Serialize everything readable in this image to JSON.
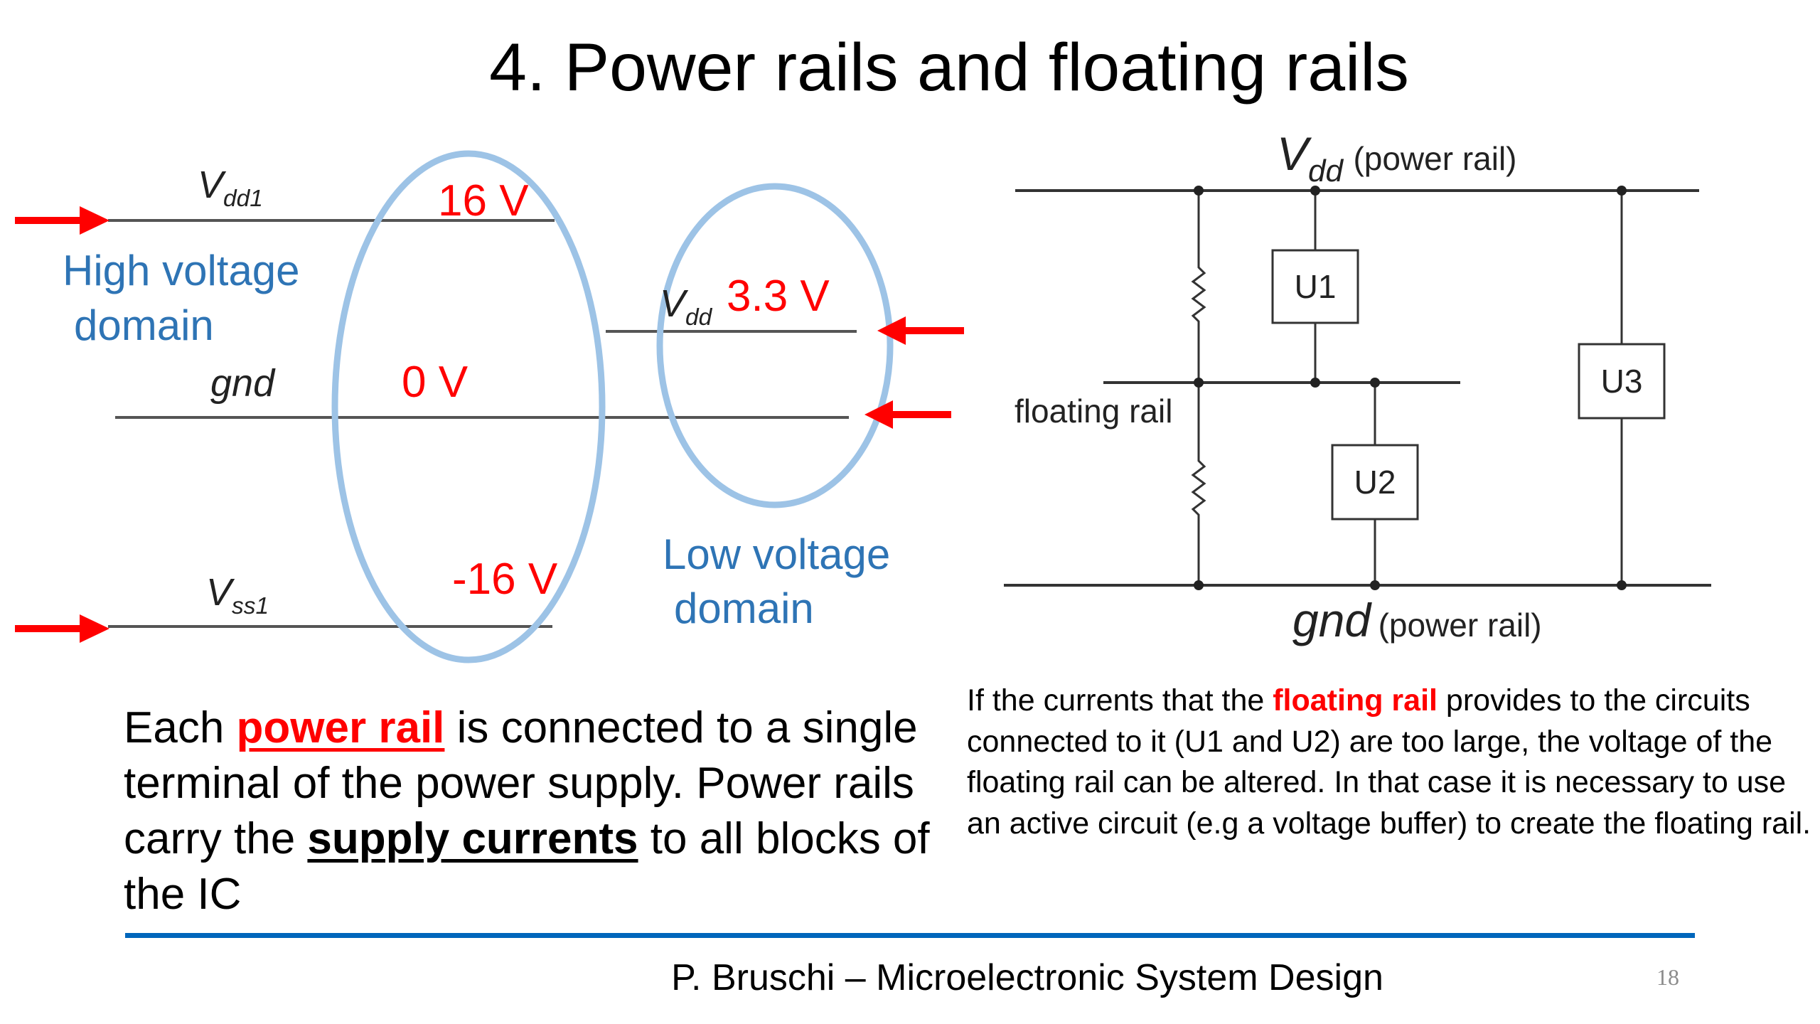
{
  "slide": {
    "title": "4. Power rails and floating rails",
    "footer": "P. Bruschi – Microelectronic System Design",
    "page_number": "18"
  },
  "left_diagram": {
    "high_domain": {
      "line1": "High voltage",
      "line2": "domain"
    },
    "low_domain": {
      "line1": "Low voltage",
      "line2": "domain"
    },
    "rails": {
      "vdd1": {
        "main": "V",
        "sub": "dd1",
        "voltage": "16 V"
      },
      "gnd": {
        "main": "gnd",
        "voltage": "0 V"
      },
      "vss1": {
        "main": "V",
        "sub": "ss1",
        "voltage": "-16 V"
      },
      "vdd": {
        "main": "V",
        "sub": "dd",
        "voltage": "3.3 V"
      }
    },
    "colors": {
      "arrow": "#ff0000",
      "ellipse": "#9dc3e6",
      "domain_text": "#2e74b5",
      "rail_line": "#555555"
    }
  },
  "right_diagram": {
    "vdd_rail": {
      "main": "V",
      "sub": "dd",
      "note": "(power rail)"
    },
    "gnd_rail": {
      "main": "gnd",
      "note": "(power rail)"
    },
    "floating_rail_label": "floating rail",
    "blocks": [
      "U1",
      "U2",
      "U3"
    ]
  },
  "left_paragraph": {
    "t1": "Each ",
    "em1": "power rail",
    "t2": " is connected to a single terminal of the power supply. Power rails carry the ",
    "em2": "supply currents",
    "t3": " to all blocks of the IC"
  },
  "right_paragraph": {
    "t1": "If the currents that the ",
    "em1": "floating rail",
    "t2": " provides to the circuits connected to it (U1 and U2) are too large, the voltage of the floating rail can be altered. In that case it is necessary to use an active circuit (e.g a voltage buffer) to create the floating rail."
  }
}
